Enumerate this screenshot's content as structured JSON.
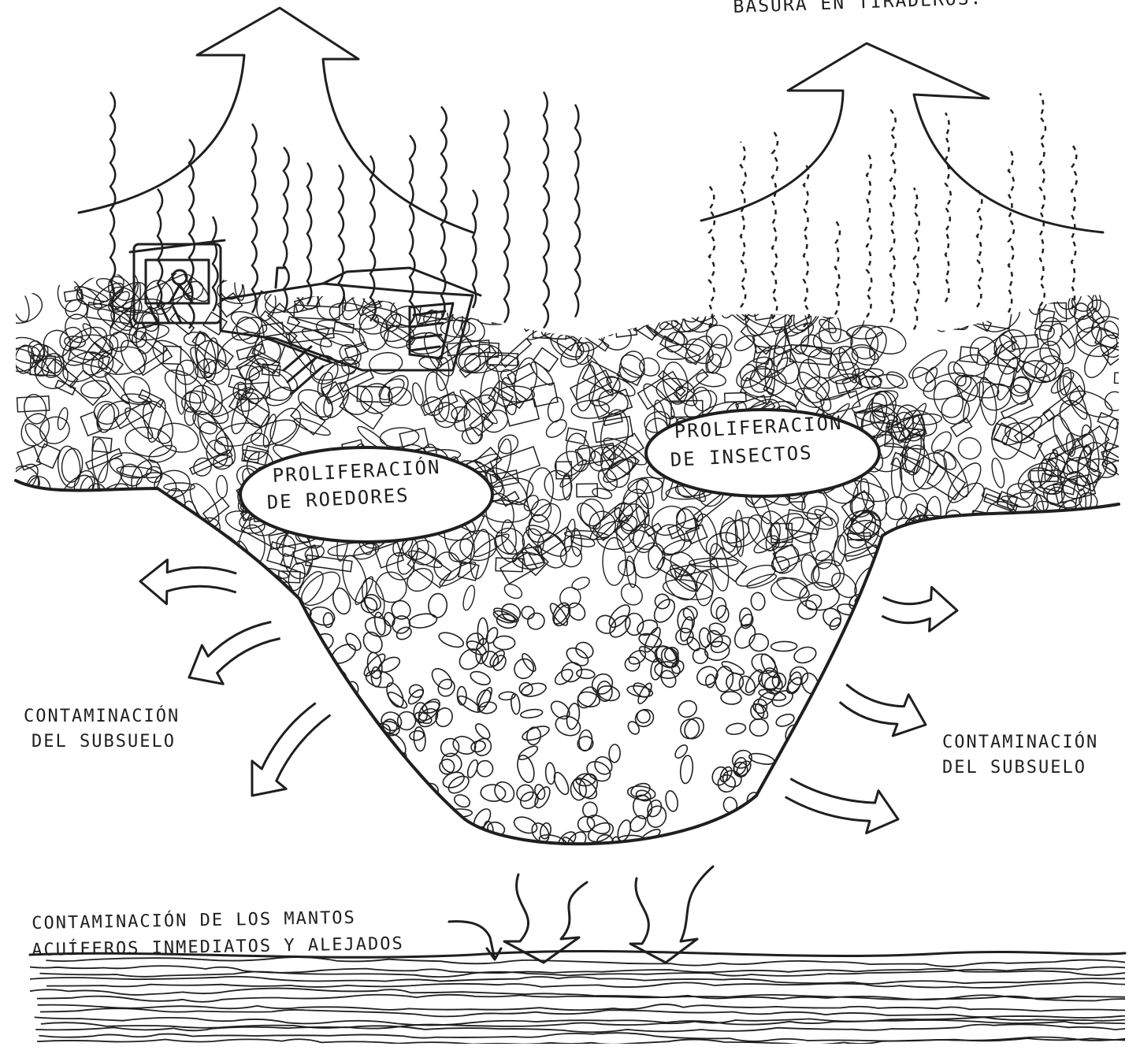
{
  "labels": {
    "top_title": "BASURA EN TIRADEROS.",
    "rodents_line1": "PROLIFERACIÓN",
    "rodents_line2": "DE ROEDORES",
    "insects_line1": "PROLIFERACIÓN",
    "insects_line2": "DE INSECTOS",
    "subsoil_left_line1": "CONTAMINACIÓN",
    "subsoil_left_line2": "DEL SUBSUELO",
    "subsoil_right_line1": "CONTAMINACIÓN",
    "subsoil_right_line2": "DEL SUBSUELO",
    "aquifer_line1": "CONTAMINACIÓN DE LOS MANTOS",
    "aquifer_line2": "ACUÍFEROS INMEDIATOS Y ALEJADOS"
  },
  "colors": {
    "ink": "#1f1f1f",
    "paper": "#ffffff"
  }
}
